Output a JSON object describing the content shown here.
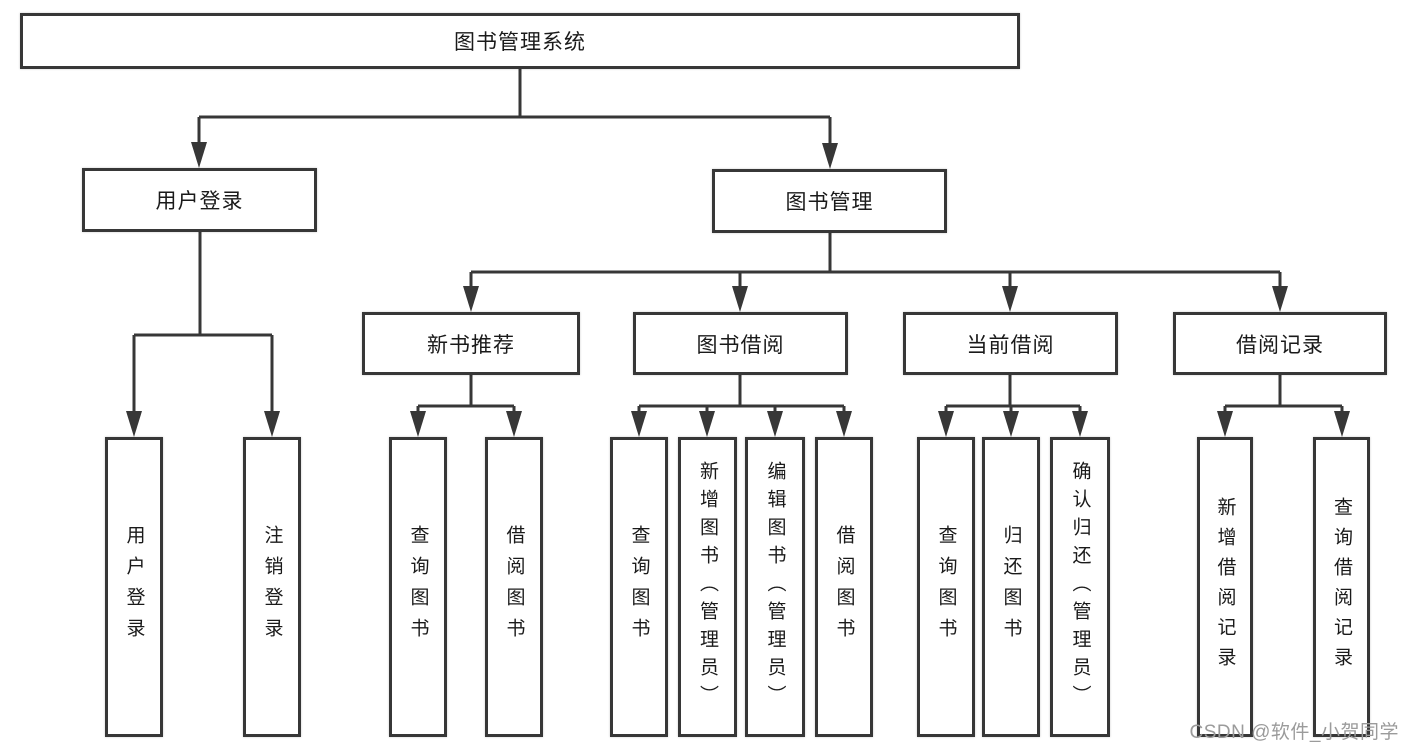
{
  "colors": {
    "line": "#373737",
    "border": "#373737",
    "text": "#1a1a1a",
    "watermark_text": "#9b9b9b",
    "background": "#ffffff"
  },
  "tree": {
    "root": {
      "label": "图书管理系统"
    },
    "branches": [
      {
        "label": "用户登录",
        "children": [
          "用户登录",
          "注销登录"
        ]
      },
      {
        "label": "图书管理",
        "children": [
          {
            "label": "新书推荐",
            "children": [
              "查询图书",
              "借阅图书"
            ]
          },
          {
            "label": "图书借阅",
            "children": [
              "查询图书",
              "新增图书（管理员）",
              "编辑图书（管理员）",
              "借阅图书"
            ]
          },
          {
            "label": "当前借阅",
            "children": [
              "查询图书",
              "归还图书",
              "确认归还（管理员）"
            ]
          },
          {
            "label": "借阅记录",
            "children": [
              "新增借阅记录",
              "查询借阅记录"
            ]
          }
        ]
      }
    ]
  },
  "watermark": "CSDN @软件_小贺同学"
}
